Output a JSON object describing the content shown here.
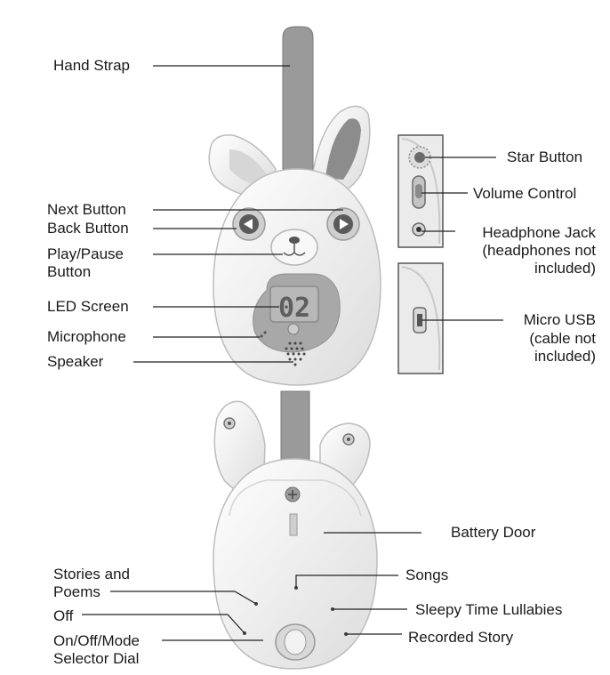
{
  "labels": {
    "hand_strap": "Hand Strap",
    "next_button": "Next Button",
    "back_button": "Back Button",
    "play_pause_1": "Play/Pause",
    "play_pause_2": "Button",
    "led_screen": "LED Screen",
    "microphone": "Microphone",
    "speaker": "Speaker",
    "star_button": "Star Button",
    "volume_control": "Volume Control",
    "headphone_1": "Headphone Jack",
    "headphone_2": "(headphones not",
    "headphone_3": "included)",
    "micro_usb_1": "Micro USB",
    "micro_usb_2": "(cable not",
    "micro_usb_3": "included)",
    "battery_door": "Battery Door",
    "stories_1": "Stories and",
    "stories_2": "Poems",
    "songs": "Songs",
    "off": "Off",
    "sleepy": "Sleepy Time Lullabies",
    "selector_1": "On/Off/Mode",
    "selector_2": "Selector Dial",
    "recorded": "Recorded Story"
  },
  "led_digits": "02",
  "colors": {
    "strap": "#9a9a9a",
    "body": "#f4f4f4",
    "outline": "#bdbdbd",
    "face_panel": "#a8a8a8",
    "ear_inner": "#8c8c8c",
    "button_dark": "#5a5a5a",
    "leader_line": "#222222"
  }
}
